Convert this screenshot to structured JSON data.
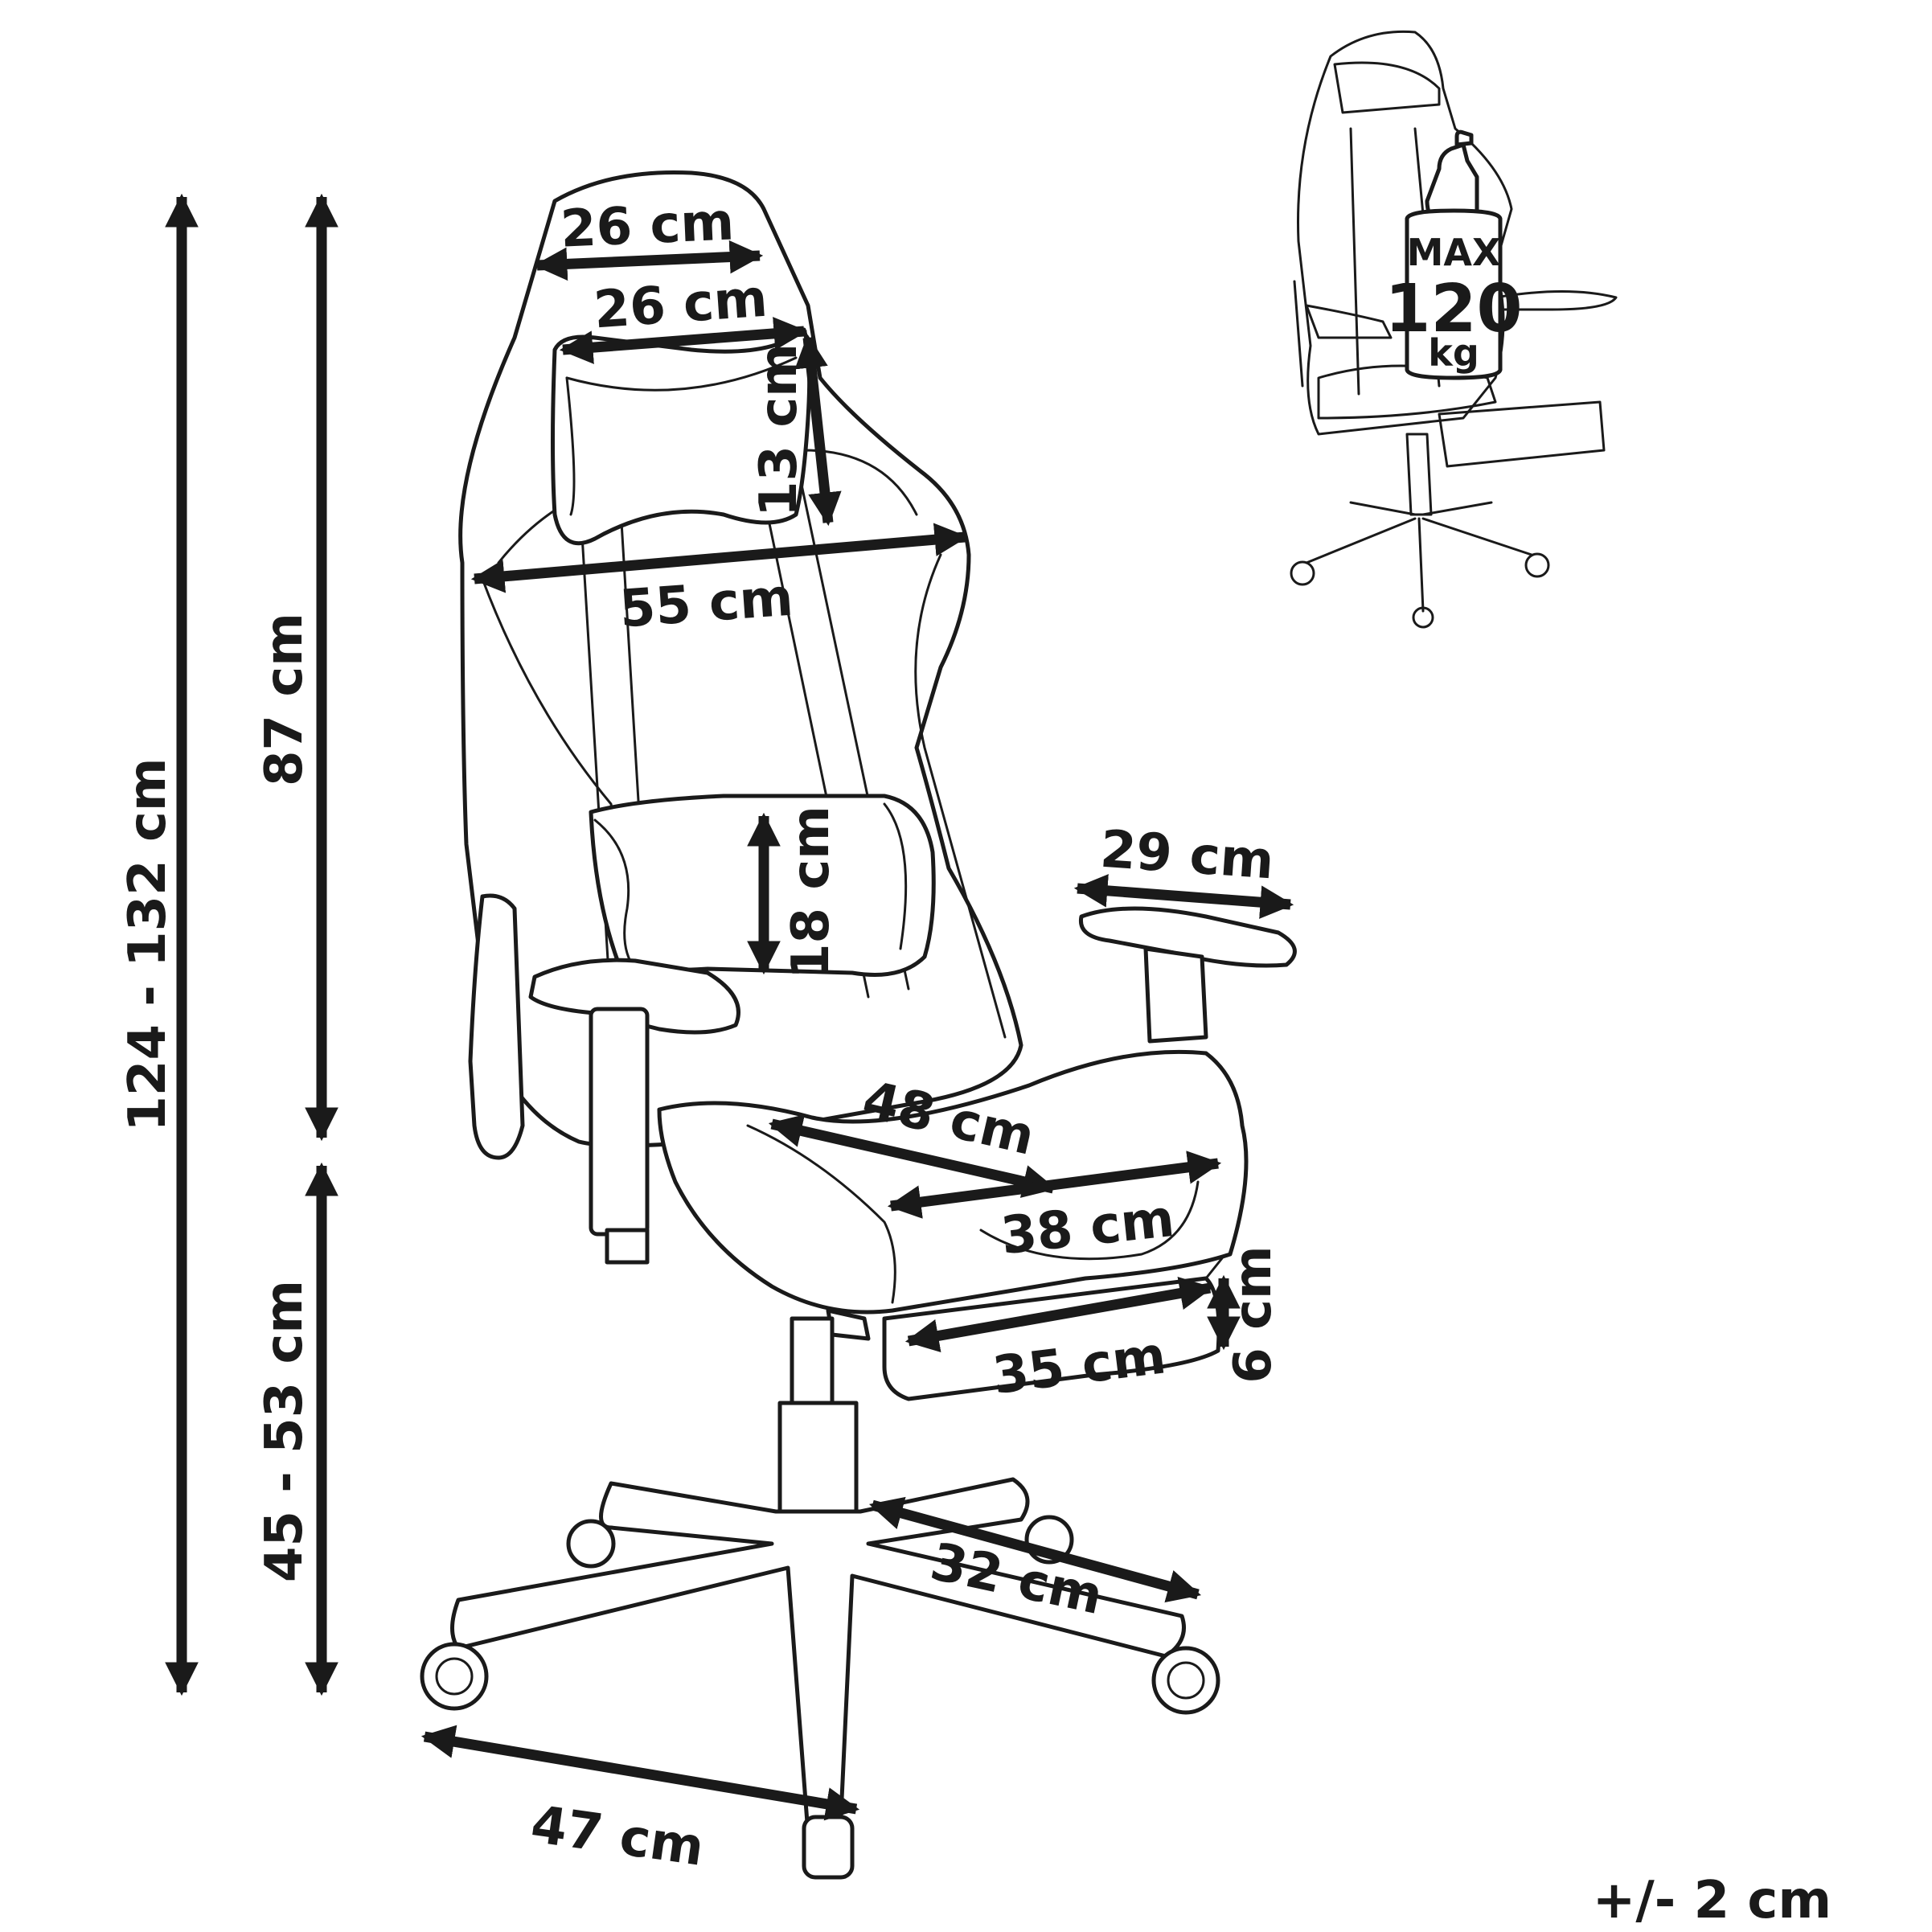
{
  "dimensions": {
    "total_height": "124 - 132 cm",
    "backrest_height": "87 cm",
    "seat_height": "45 - 53 cm",
    "headrest_top_width": "26 cm",
    "headrest_pillow_width": "26 cm",
    "headrest_pillow_height": "13 cm",
    "backrest_width": "55 cm",
    "lumbar_height": "18 cm",
    "armrest_width": "29 cm",
    "seat_depth": "48 cm",
    "seat_width": "38 cm",
    "footrest_width": "35 cm",
    "footrest_height": "6 cm",
    "base_leg_length": "32 cm",
    "base_width": "47 cm"
  },
  "weight_badge": {
    "line1": "MAX",
    "line2": "120",
    "line3": "kg"
  },
  "tolerance": "+/- 2 cm",
  "icons": {
    "main": "gaming-chair-drawing",
    "thumbnail": "chair-thumbnail-icon",
    "weight": "weight-icon"
  }
}
